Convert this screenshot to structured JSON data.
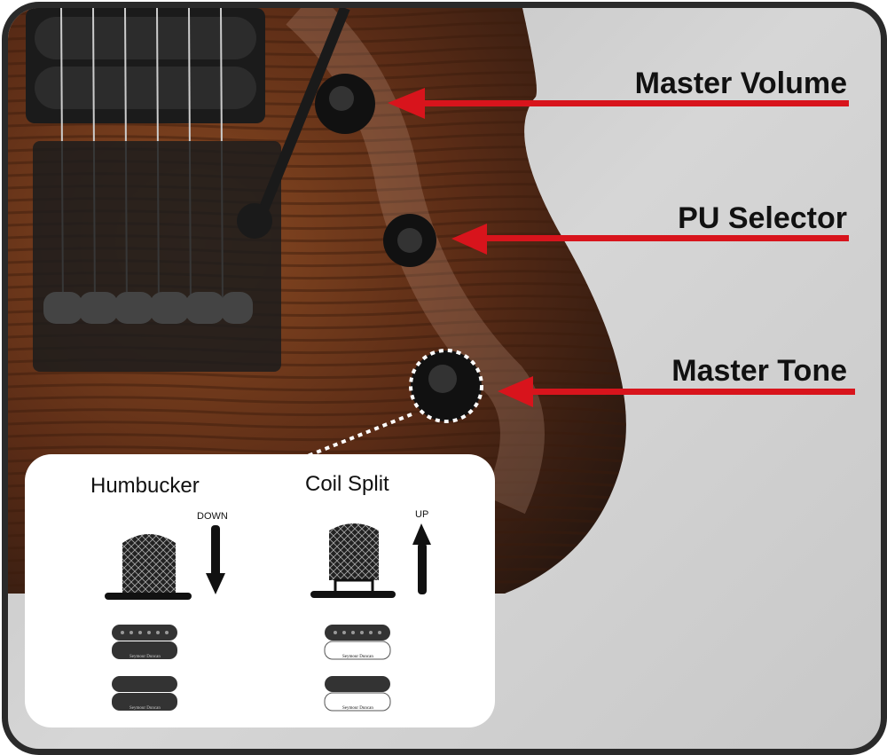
{
  "labels": {
    "master_volume": "Master Volume",
    "pu_selector": "PU Selector",
    "master_tone": "Master Tone"
  },
  "inset": {
    "humbucker_title": "Humbucker",
    "coil_split_title": "Coil Split",
    "down_label": "DOWN",
    "up_label": "UP",
    "pickup_brand": "Seymour Duncan"
  },
  "colors": {
    "arrow": "#d8141c",
    "body": "#5a2e1a"
  }
}
